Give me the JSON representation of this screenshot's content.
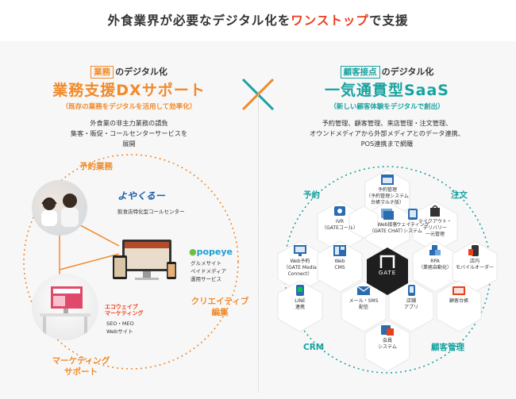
{
  "title": {
    "pre": "外食業界が必要なデジタル化を",
    "highlight": "ワンストップ",
    "post": "で支援"
  },
  "left": {
    "tag": "業務",
    "tag_suffix": "のデジタル化",
    "heading": "業務支援DXサポート",
    "paren": "（既存の業務をデジタルを活用して効率化）",
    "desc": [
      "外食業の非主力業務の請負",
      "集客・販促・コールセンターサービスを",
      "展開"
    ],
    "labels": {
      "reservation": "予約業務",
      "creative": [
        "クリエイティブ",
        "編集"
      ],
      "marketing": [
        "マーケティング",
        "サポート"
      ]
    },
    "yokkuru": {
      "logo": "よやくるー",
      "caption": "飲食店特化型コールセンター"
    },
    "popeye": {
      "logo": "popeye",
      "caption": [
        "グルメサイト",
        "ペイドメディア",
        "運用サービス"
      ]
    },
    "ecoweb": {
      "logo": [
        "エコウェイブ",
        "マーケティング"
      ],
      "caption": [
        "SEO・MEO",
        "Webサイト"
      ]
    }
  },
  "right": {
    "tag": "顧客接点",
    "tag_suffix": "のデジタル化",
    "heading": "一気通貫型SaaS",
    "paren": "（新しい顧客体験をデジタルで創出）",
    "desc": [
      "予約管理、顧客管理、来店管理・注文管理、",
      "オウンドメディアから外部メディアとのデータ連携、",
      "POS連携まで網羅"
    ],
    "labels": {
      "reservation": "予約",
      "order": "注文",
      "crm": "CRM",
      "customer": "顧客管理"
    },
    "center": "GATE",
    "nodes": [
      {
        "id": "yoyaku-kanri",
        "text": [
          "予約管理",
          "（予約管理システム",
          "台帳マルチ版）"
        ],
        "icon": "calendar-icon"
      },
      {
        "id": "ivr",
        "text": [
          "IVR",
          "（GATEコール）"
        ],
        "icon": "phone-icon"
      },
      {
        "id": "web-sekkyaku",
        "text": [
          "Web接客",
          "（GATE CHAT）"
        ],
        "icon": "chat-icon"
      },
      {
        "id": "waiting",
        "text": [
          "ウェイティング",
          "システム"
        ],
        "icon": "tablet-icon"
      },
      {
        "id": "takeout",
        "text": [
          "テイクアウト・",
          "デリバリー",
          "一元管理"
        ],
        "icon": "bag-icon"
      },
      {
        "id": "web-yoyaku",
        "text": [
          "Web予約",
          "（GATE Media",
          "Connect）"
        ],
        "icon": "monitor-icon"
      },
      {
        "id": "web-cms",
        "text": [
          "Web",
          "CMS"
        ],
        "icon": "layout-icon"
      },
      {
        "id": "rpa",
        "text": [
          "RPA",
          "（業務自動化）"
        ],
        "icon": "cubes-icon"
      },
      {
        "id": "mobile-order",
        "text": [
          "店内",
          "モバイルオーダー"
        ],
        "icon": "mobile-icon"
      },
      {
        "id": "line",
        "text": [
          "LINE",
          "連携"
        ],
        "icon": "line-icon"
      },
      {
        "id": "mail-sms",
        "text": [
          "メール・SMS",
          "配信"
        ],
        "icon": "mail-icon"
      },
      {
        "id": "app",
        "text": [
          "店舗",
          "アプリ"
        ],
        "icon": "phone-app-icon"
      },
      {
        "id": "daicho",
        "text": [
          "顧客台帳"
        ],
        "icon": "ledger-icon"
      },
      {
        "id": "kaiin",
        "text": [
          "会員",
          "システム"
        ],
        "icon": "card-icon"
      }
    ]
  }
}
